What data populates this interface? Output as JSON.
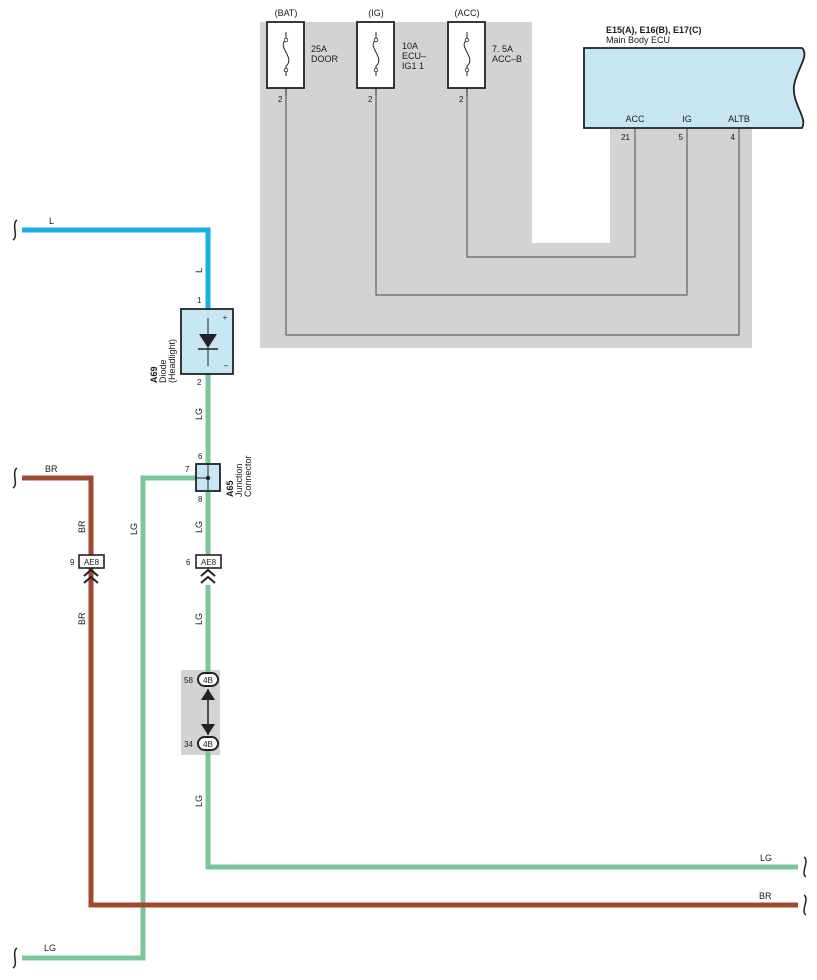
{
  "fuses": [
    {
      "source": "(BAT)",
      "rating": "25A",
      "name_lines": [
        "DOOR"
      ],
      "pin": "2"
    },
    {
      "source": "(IG)",
      "rating": "10A",
      "name_lines": [
        "ECU–",
        "IG1 1"
      ],
      "pin": "2"
    },
    {
      "source": "(ACC)",
      "rating": "7. 5A",
      "name_lines": [
        "ACC–B"
      ],
      "pin": "2"
    }
  ],
  "ecu": {
    "codes": "E15(A), E16(B), E17(C)",
    "name": "Main Body ECU",
    "terminals": [
      {
        "label": "ACC",
        "pin": "21"
      },
      {
        "label": "IG",
        "pin": "5"
      },
      {
        "label": "ALTB",
        "pin": "4"
      }
    ]
  },
  "diode": {
    "code": "A69",
    "name_lines": [
      "Diode",
      "(Headlight)"
    ],
    "pin_top": "1",
    "pin_bottom": "2",
    "plus": "+",
    "minus": "–"
  },
  "junction": {
    "code": "A65",
    "name_lines": [
      "Junction",
      "Connector"
    ],
    "pin_top": "6",
    "pin_left": "7",
    "pin_bottom": "8"
  },
  "connectors": {
    "ae8_left": {
      "pin": "9",
      "label": "AE8"
    },
    "ae8_right": {
      "pin": "6",
      "label": "AE8"
    },
    "c4b_top": {
      "pin": "58",
      "label": "4B"
    },
    "c4b_bottom": {
      "pin": "34",
      "label": "4B"
    }
  },
  "wire_labels": {
    "l_top": "L",
    "l_vert": "L",
    "lg_diode": "LG",
    "lg_junction": "LG",
    "lg_mid": "LG",
    "lg_lower": "LG",
    "lg_right_end": "LG",
    "lg_left_vert": "LG",
    "lg_bottom_left": "LG",
    "br_top": "BR",
    "br_vert1": "BR",
    "br_vert2": "BR",
    "br_right_end": "BR"
  },
  "colors": {
    "wire_L": "#1aaee6",
    "wire_LG": "#7cc79a",
    "wire_BR": "#a0492e",
    "ecu_fill": "#c7e6f4",
    "diode_fill": "#c7e6f4",
    "shade": "#d2d3d5"
  }
}
